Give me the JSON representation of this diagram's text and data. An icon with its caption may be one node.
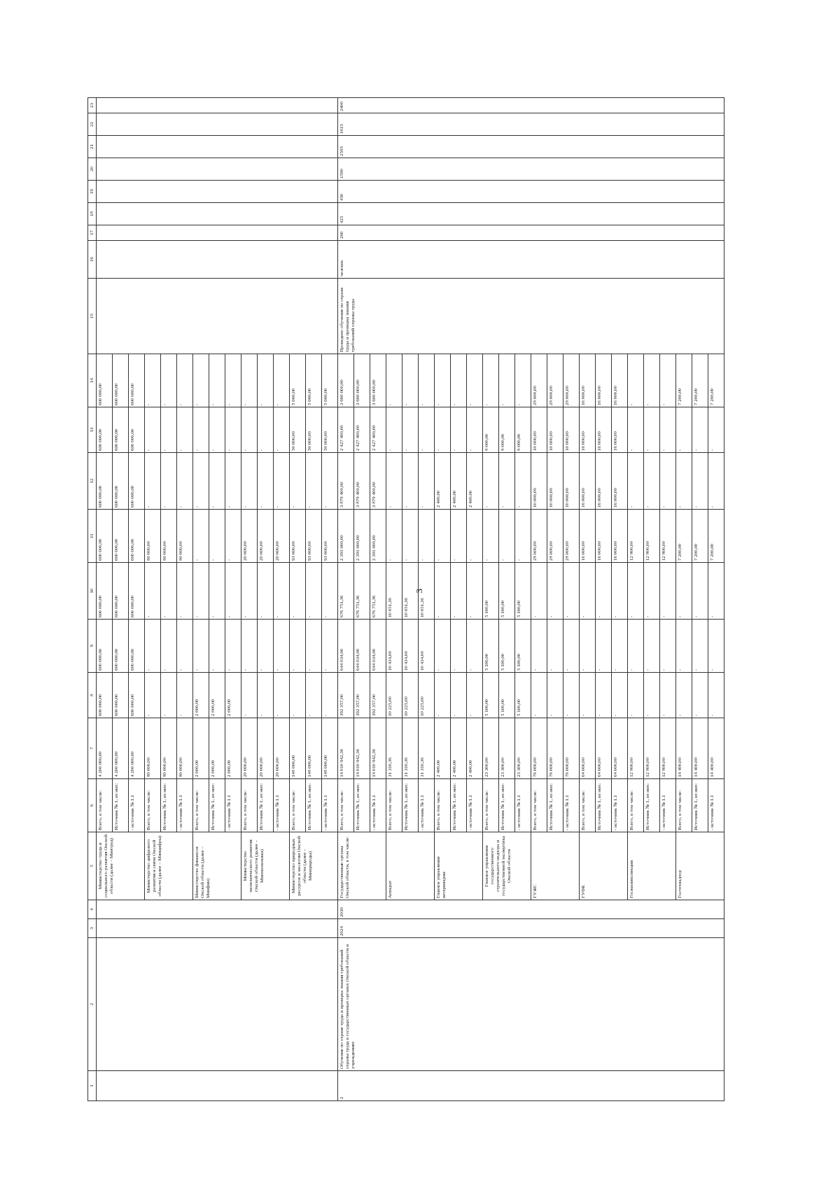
{
  "diagram": {
    "labels": [
      "3",
      "1",
      "2",
      "3",
      "4",
      "5",
      "6",
      "7",
      "8",
      "9",
      "10",
      "11",
      "12",
      "13",
      "14",
      "15",
      "16",
      "17",
      "18",
      "19",
      "20",
      "21",
      "22",
      "23",
      "Министерство труда и социального развития Омской области (далее – Минтруд)",
      "Всего, в том числе:",
      "4 200 000,00",
      "600 000,00",
      "600 000,00",
      "600 000,00",
      "600 000,00",
      "600 000,00",
      "600 000,00",
      "600 000,00",
      "Источник № 1, из них:",
      "4 200 000,00",
      "600 000,00",
      "600 000,00",
      "600 000,00",
      "600 000,00",
      "600 000,00",
      "600 000,00",
      "600 000,00",
      "- источник № 1.1",
      "4 200 000,00",
      "600 000,00",
      "600 000,00",
      "600 000,00",
      "600 000,00",
      "600 000,00",
      "600 000,00",
      "600 000,00",
      "Министерство цифрового развития и связи Омской области (далее – Минцифры)",
      "Всего, в том числе:",
      "80 000,00",
      "-",
      "-",
      "-",
      "80 000,00",
      "-",
      "-",
      "-",
      "Источник № 1, из них:",
      "80 000,00",
      "-",
      "-",
      "-",
      "80 000,00",
      "-",
      "-",
      "-",
      "- источник № 1.1",
      "80 000,00",
      "-",
      "-",
      "-",
      "80 000,00",
      "-",
      "-",
      "-",
      "Министерство финансов Омской области (далее – Минфин)",
      "Всего, в том числе:",
      "2 000,00",
      "2 000,00",
      "-",
      "-",
      "-",
      "-",
      "-",
      "-",
      "Источник № 1, из них:",
      "2 000,00",
      "2 000,00",
      "-",
      "-",
      "-",
      "-",
      "-",
      "-",
      "- источник № 1.1",
      "2 000,00",
      "2 000,00",
      "-",
      "-",
      "-",
      "-",
      "-",
      "-",
      "Министерство экономического развития Омской области (далее – Минэкономики)",
      "Всего, в том числе:",
      "20 000,00",
      "-",
      "-",
      "-",
      "20 000,00",
      "-",
      "-",
      "-",
      "Источник № 1, из них:",
      "20 000,00",
      "-",
      "-",
      "-",
      "20 000,00",
      "-",
      "-",
      "-",
      "- источник № 1.1",
      "20 000,00",
      "-",
      "-",
      "-",
      "20 000,00",
      "-",
      "-",
      "-",
      "Министерство природных ресурсов и экологии Омской области (далее – Минприроды)",
      "Всего, в том числе:",
      "148 000,00",
      "-",
      "-",
      "-",
      "93 000,00",
      "-",
      "50 000,00",
      "5 000,00",
      "Источник № 1, из них:",
      "148 000,00",
      "-",
      "-",
      "-",
      "93 000,00",
      "-",
      "50 000,00",
      "5 000,00",
      "- источник № 1.1",
      "148 000,00",
      "-",
      "-",
      "-",
      "93 000,00",
      "-",
      "50 000,00",
      "5 000,00",
      "2",
      "Обучение по охране труда и проверка знания требований охраны труда в государственных органах Омской области и учреждениях",
      "2024",
      "2030",
      "Государственные органы Омской области, в том числе:",
      "Всего, в том числе:",
      "14 010 942,36",
      "392 357,00",
      "644 034,00",
      "676 751,36",
      "2 391 000,00",
      "3 879 400,00",
      "2 427 400,00",
      "3 600 000,00",
      "Проведено обучение по охране труда и проверка знания требований охраны труда",
      "человек",
      "260",
      "425",
      "450",
      "1590",
      "2585",
      "1615",
      "2400",
      "Источник № 1, из них:",
      "14 010 942,36",
      "392 357,00",
      "644 034,00",
      "676 751,36",
      "2 391 000,00",
      "3 879 400,00",
      "2 427 400,00",
      "3 600 000,00",
      "- источник № 1.1",
      "14 010 942,36",
      "392 357,00",
      "644 034,00",
      "676 751,36",
      "2 391 000,00",
      "3 879 400,00",
      "2 427 400,00",
      "3 600 000,00",
      "Аппарат",
      "Всего, в том числе:",
      "31 310,36",
      "10 225,00",
      "10 434,00",
      "10 651,36",
      "-",
      "-",
      "-",
      "-",
      "Источник № 1, из них:",
      "31 310,36",
      "10 225,00",
      "10 434,00",
      "10 651,36",
      "-",
      "-",
      "-",
      "-",
      "- источник № 1.1",
      "31 310,36",
      "10 225,00",
      "10 434,00",
      "10 651,36",
      "-",
      "-",
      "-",
      "-",
      "Главное управление ветеринарии",
      "Всего, в том числе:",
      "2 400,00",
      "-",
      "-",
      "-",
      "-",
      "2 400,00",
      "-",
      "-",
      "Источник № 1, из них:",
      "2 400,00",
      "-",
      "-",
      "-",
      "-",
      "2 400,00",
      "-",
      "-",
      "- источник № 1.1",
      "2 400,00",
      "-",
      "-",
      "-",
      "-",
      "2 400,00",
      "-",
      "-",
      "Главное управление государственного строительного надзора и государственной экспертизы Омской области",
      "Всего, в том числе:",
      "23 300,00",
      "5 100,00",
      "5 100,00",
      "5 100,00",
      "-",
      "-",
      "8 000,00",
      "-",
      "Источник № 1, из них:",
      "23 300,00",
      "5 100,00",
      "5 100,00",
      "5 100,00",
      "-",
      "-",
      "8 000,00",
      "-",
      "- источник № 1.1",
      "23 300,00",
      "5 100,00",
      "5 100,00",
      "5 100,00",
      "-",
      "-",
      "8 000,00",
      "-",
      "ГУЖС",
      "Всего, в том числе:",
      "76 000,00",
      "-",
      "-",
      "-",
      "28 000,00",
      "10 000,00",
      "10 000,00",
      "28 000,00",
      "Источник № 1, из них:",
      "76 000,00",
      "-",
      "-",
      "-",
      "28 000,00",
      "10 000,00",
      "10 000,00",
      "28 000,00",
      "- источник № 1.1",
      "76 000,00",
      "-",
      "-",
      "-",
      "28 000,00",
      "10 000,00",
      "10 000,00",
      "28 000,00",
      "ГУФК",
      "Всего, в том числе:",
      "64 000,00",
      "-",
      "-",
      "-",
      "16 000,00",
      "16 000,00",
      "16 000,00",
      "16 000,00",
      "Источник № 1, из них:",
      "64 000,00",
      "-",
      "-",
      "-",
      "16 000,00",
      "16 000,00",
      "16 000,00",
      "16 000,00",
      "- источник № 1.1",
      "64 000,00",
      "-",
      "-",
      "-",
      "16 000,00",
      "16 000,00",
      "16 000,00",
      "16 000,00",
      "Госжилинспекция",
      "Всего, в том числе:",
      "12 800,00",
      "-",
      "-",
      "-",
      "12 800,00",
      "-",
      "-",
      "-",
      "Источник № 1, из них:",
      "12 800,00",
      "-",
      "-",
      "-",
      "12 800,00",
      "-",
      "-",
      "-",
      "- источник № 1.1",
      "12 800,00",
      "-",
      "-",
      "-",
      "12 800,00",
      "-",
      "-",
      "-",
      "Гостехнадзор",
      "Всего, в том числе:",
      "14 400,00",
      "-",
      "-",
      "-",
      "7 200,00",
      "-",
      "-",
      "7 200,00",
      "Источник № 1, из них:",
      "14 400,00",
      "-",
      "-",
      "-",
      "7 200,00",
      "-",
      "-",
      "7 200,00",
      "- источник № 1.1",
      "14 400,00",
      "-",
      "-",
      "-",
      "7 200,00",
      "-",
      "-",
      "7 200,00"
    ]
  }
}
